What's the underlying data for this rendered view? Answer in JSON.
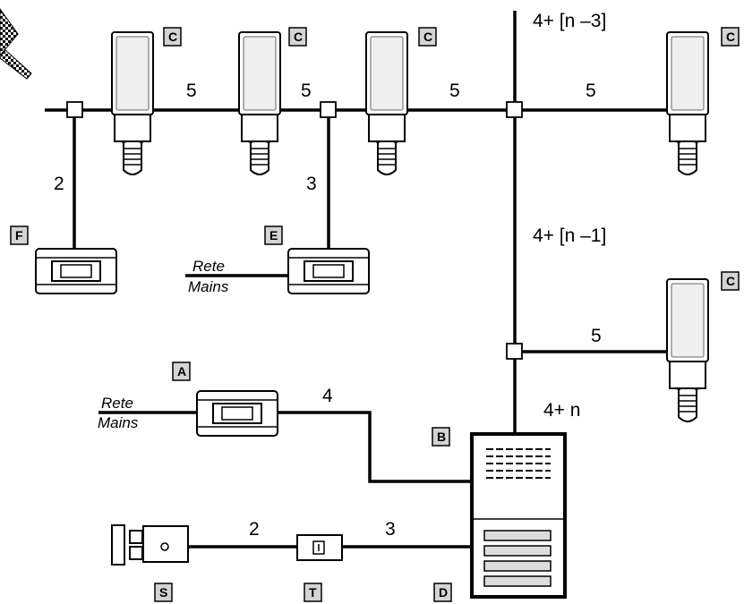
{
  "wire_labels": {
    "w_top_left": "5",
    "w_top_mid": "5",
    "w_top_right1": "5",
    "w_top_right2": "5",
    "w_f": "2",
    "w_e": "3",
    "riser_top": "4+ [n –3]",
    "riser_mid": "4+ [n –1]",
    "w_lower_c": "5",
    "riser_bottom": "4+ n",
    "w_a": "4",
    "w_s": "2",
    "w_t": "3"
  },
  "mains": {
    "e_rete": "Rete",
    "e_mains": "Mains",
    "a_rete": "Rete",
    "a_mains": "Mains"
  },
  "tags": {
    "c1": "C",
    "c2": "C",
    "c3": "C",
    "c4": "C",
    "c5": "C",
    "f": "F",
    "e": "E",
    "a": "A",
    "b": "B",
    "s": "S",
    "t": "T",
    "d": "D"
  }
}
